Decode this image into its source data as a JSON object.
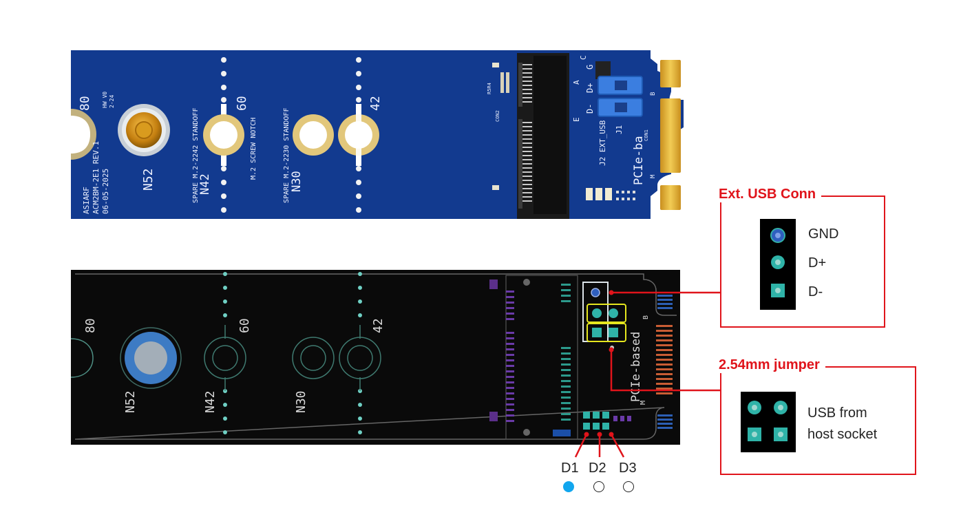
{
  "board_top": {
    "silk": {
      "pos80": "80",
      "pos60": "60",
      "pos42": "42",
      "n52": "N52",
      "n42": "N42",
      "n30": "N30",
      "spare2242": "SPARE M.2-2242 STANDOFF",
      "screw_notch": "M.2 SCREW NOTCH",
      "spare2230": "SPARE M.2-2230 STANDOFF",
      "brand1": "ASIARF",
      "brand2": "ACM2BM-2E1 REV.1",
      "brand3": "06-05-2025",
      "ver1": "HW V0",
      "ver2": "2-24",
      "con2": "CON2",
      "rsr4": "R5R4",
      "ext_usb": "J2 EXT_USB",
      "j1": "J1",
      "pcie": "PCIe-ba",
      "con1": "CON1",
      "gnd": "G",
      "dplus": "D+",
      "dminus": "D-",
      "a": "A",
      "b": "B",
      "c": "C",
      "e": "E",
      "m": "M"
    }
  },
  "board_bottom": {
    "silk": {
      "pos80": "80",
      "pos60": "60",
      "pos42": "42",
      "n52": "N52",
      "n42": "N42",
      "n30": "N30",
      "pcie_based": "PCIe-based",
      "b": "B",
      "m": "M"
    }
  },
  "callouts": {
    "ext_usb": {
      "title": "Ext. USB Conn",
      "pins": [
        "GND",
        "D+",
        "D-"
      ]
    },
    "jumper": {
      "title": "2.54mm jumper",
      "desc_line1": "USB from",
      "desc_line2": "host socket"
    }
  },
  "leds": [
    {
      "label": "D1",
      "state": "on"
    },
    {
      "label": "D2",
      "state": "off"
    },
    {
      "label": "D3",
      "state": "off"
    }
  ],
  "colors": {
    "accent": "#e0141b",
    "pcb_blue": "#123a8f",
    "pcb_dark": "#0a0a0a",
    "gold": "#e3b43a",
    "pad_teal": "#2fb3a8",
    "led_on": "#11a6ee"
  }
}
